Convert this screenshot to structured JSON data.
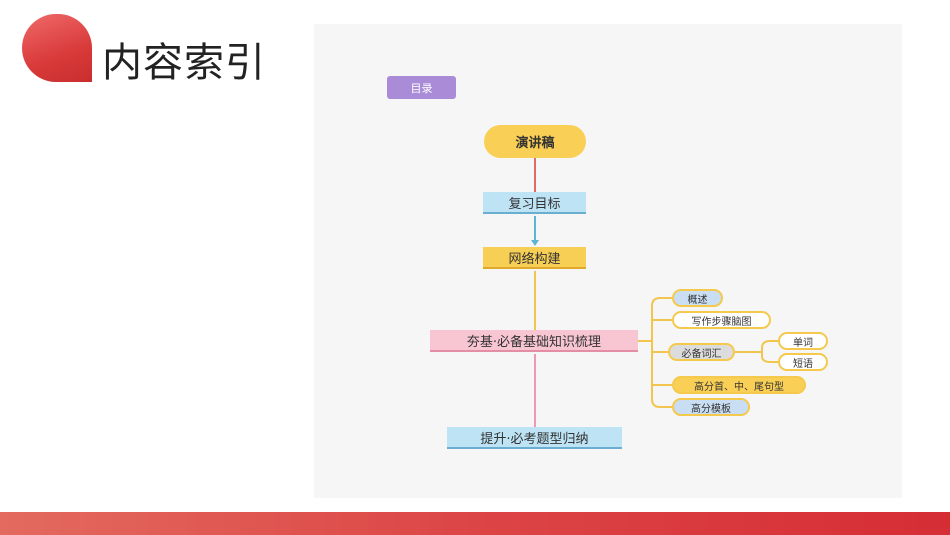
{
  "page": {
    "title": "内容索引"
  },
  "diagram": {
    "toc_label": "目录",
    "root": "演讲稿",
    "main_nodes": {
      "review": "复习目标",
      "network": "网络构建",
      "basics": "夯基·必备基础知识梳理",
      "upgrade": "提升·必考题型归纳"
    },
    "basics_children": {
      "overview": "概述",
      "mindmap": "写作步骤脑图",
      "vocab": "必备词汇",
      "sentences": "高分首、中、尾句型",
      "template": "高分模板"
    },
    "vocab_children": {
      "words": "单词",
      "phrases": "短语"
    }
  },
  "colors": {
    "accent_red": "#d93a3a",
    "toc_purple": "#a98bd8",
    "root_yellow": "#f9cf55",
    "light_blue": "#bde3f4",
    "pink": "#f8c6d2"
  }
}
